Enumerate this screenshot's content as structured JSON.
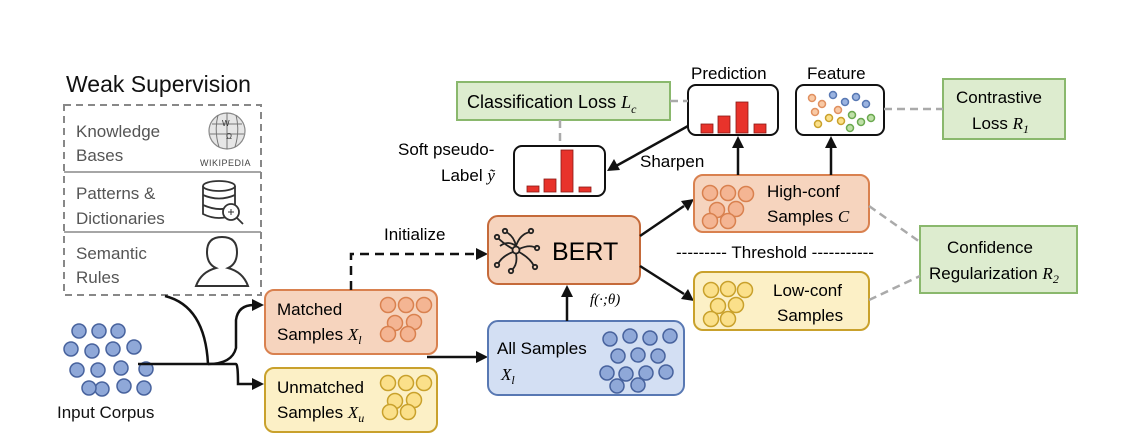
{
  "weak_supervision": {
    "title": "Weak Supervision",
    "sources": [
      {
        "line1": "Knowledge",
        "line2": "Bases",
        "logo_text": "WIKIPEDIA",
        "icon": "wikipedia-globe-icon"
      },
      {
        "line1": "Patterns &",
        "line2": "Dictionaries",
        "icon": "database-search-icon"
      },
      {
        "line1": "Semantic",
        "line2": "Rules",
        "icon": "person-silhouette-icon"
      }
    ]
  },
  "input_corpus": {
    "label": "Input Corpus"
  },
  "matched": {
    "line1": "Matched",
    "line2": "Samples",
    "symbol": "X",
    "sub": "l"
  },
  "unmatched": {
    "line1": "Unmatched",
    "line2": "Samples",
    "symbol": "X",
    "sub": "u"
  },
  "all_samples": {
    "line1": "All Samples",
    "symbol": "X",
    "sub": "l"
  },
  "bert": {
    "label": "BERT",
    "func": "f(·;θ)"
  },
  "initialize": {
    "label": "Initialize"
  },
  "high_conf": {
    "line1": "High-conf",
    "line2": "Samples",
    "symbol": "C"
  },
  "low_conf": {
    "line1": "Low-conf",
    "line2": "Samples"
  },
  "threshold": {
    "label": "--------- Threshold -----------"
  },
  "prediction": {
    "label": "Prediction"
  },
  "feature": {
    "label": "Feature"
  },
  "sharpen": {
    "label": "Sharpen"
  },
  "soft_label": {
    "line1": "Soft pseudo-",
    "line2": "Label",
    "symbol": "ỹ"
  },
  "classification_loss": {
    "label": "Classification Loss",
    "symbol": "L",
    "sub": "c"
  },
  "contrastive_loss": {
    "line1": "Contrastive",
    "line2": "Loss",
    "symbol": "R",
    "sub": "1"
  },
  "confidence_reg": {
    "line1": "Confidence",
    "line2": "Regularization",
    "symbol": "R",
    "sub": "2"
  },
  "colors": {
    "orange_fill": "#f6d4be",
    "orange_stroke": "#d9814f",
    "yellow_fill": "#fcf0c6",
    "yellow_stroke": "#c9a12c",
    "blue_fill": "#d3dff3",
    "blue_stroke": "#5878b3",
    "green_fill": "#ddeccf",
    "green_stroke": "#8ab86d",
    "bar_red": "#e8332b",
    "dot_blue": "#8fa8d8"
  }
}
